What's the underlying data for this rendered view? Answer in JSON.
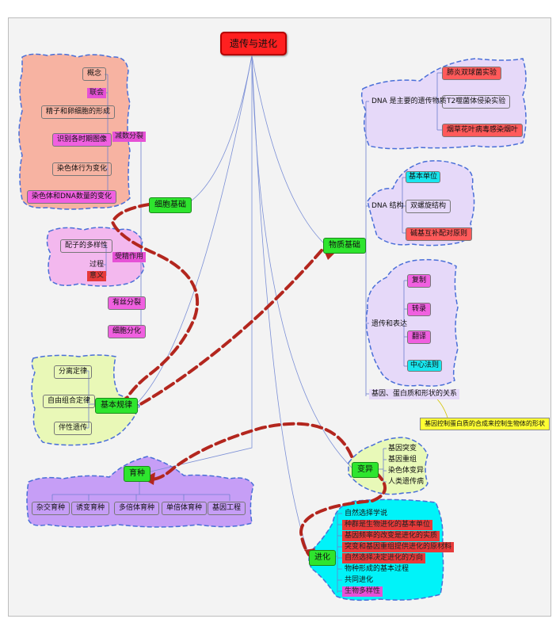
{
  "root": "遗传与进化",
  "cell_basis": {
    "hub": "细胞基础",
    "meiosis": {
      "label": "减数分裂",
      "items": [
        "概念",
        "联会",
        "精子和卵细胞的形成",
        "识别各时期图像",
        "染色体行为变化",
        "染色体和DNA数量的变化"
      ]
    },
    "fertilization": {
      "label": "受精作用",
      "items": [
        "配子的多样性",
        "过程",
        "意义"
      ]
    },
    "mitosis": "有丝分裂",
    "differentiation": "细胞分化"
  },
  "material_basis": {
    "hub": "物质基础",
    "dna_main": {
      "label": "DNA 是主要的遗传物质",
      "items": [
        "肺炎双球菌实验",
        "T2噬菌体侵染实验",
        "烟草花叶病毒感染烟叶"
      ]
    },
    "dna_structure": {
      "label": "DNA 结构",
      "items": [
        "基本单位",
        "双螺旋结构",
        "碱基互补配对原则"
      ]
    },
    "expression": {
      "label": "遗传和表达",
      "items": [
        "复制",
        "转录",
        "翻译",
        "中心法则"
      ]
    },
    "relation": "基因、蛋白质和形状的关系",
    "note": "基因控制蛋白质的合成来控制生物体的形状"
  },
  "laws": {
    "hub": "基本规律",
    "items": [
      "分离定律",
      "自由组合定律",
      "伴性遗传"
    ]
  },
  "breeding": {
    "hub": "育种",
    "items": [
      "杂交育种",
      "诱变育种",
      "多倍体育种",
      "单倍体育种",
      "基因工程"
    ]
  },
  "variation": {
    "hub": "变异",
    "items": [
      "基因突变",
      "基因重组",
      "染色体变异",
      "人类遗传病"
    ]
  },
  "evolution": {
    "hub": "进化",
    "items": [
      "自然选择学说",
      "种群是生物进化的基本单位",
      "基因频率的改变是进化的实质",
      "突变和基因重组提供进化的原材料",
      "自然选择决定进化的方向",
      "物种形成的基本过程",
      "共同进化",
      "生物多样性"
    ]
  },
  "colors": {
    "root": "#ff2020",
    "hub": "#2ee52e",
    "meiosis_bg": "#f7b3a2",
    "fert_bg": "#f3b8ee",
    "material_bg": "#e6d9f9",
    "laws_bg": "#e9f8b7",
    "breeding_bg": "#c69ef6",
    "variation_bg": "#e8f9b8",
    "evolution_bg": "#00f3f9",
    "arrow": "#b3261e",
    "dash_border": "#4a6fd8"
  }
}
